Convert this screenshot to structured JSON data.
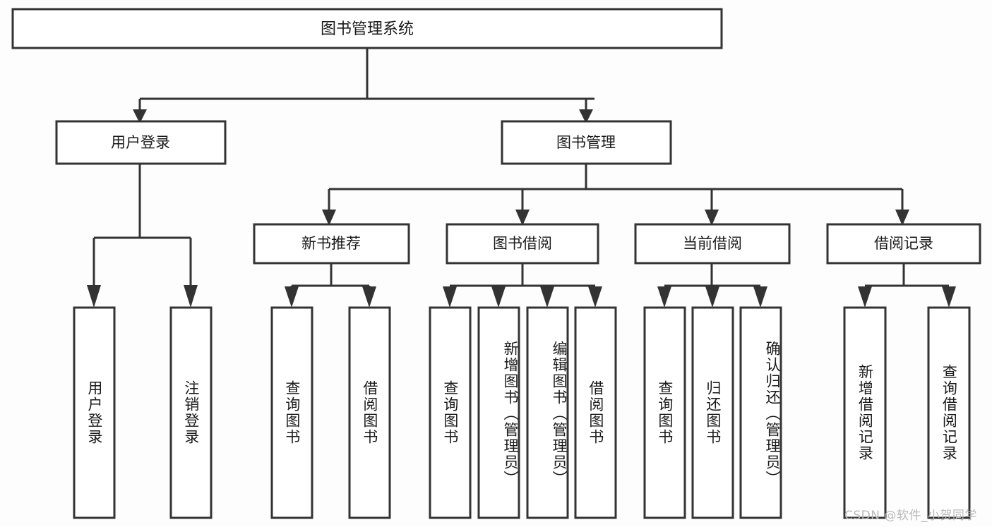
{
  "diagram": {
    "type": "hierarchy-tree",
    "title": "图书管理系统",
    "orientation": "top-down",
    "levels": 4,
    "root": {
      "id": "root",
      "label": "图书管理系统",
      "level": 0
    },
    "level1": [
      {
        "id": "user-login",
        "label": "用户登录"
      },
      {
        "id": "book-manage",
        "label": "图书管理"
      }
    ],
    "level2": [
      {
        "id": "new-book-rec",
        "label": "新书推荐",
        "parent": "book-manage"
      },
      {
        "id": "book-borrow",
        "label": "图书借阅",
        "parent": "book-manage"
      },
      {
        "id": "current-borrow",
        "label": "当前借阅",
        "parent": "book-manage"
      },
      {
        "id": "borrow-record",
        "label": "借阅记录",
        "parent": "book-manage"
      }
    ],
    "leaves": {
      "user-login": [
        {
          "id": "leaf-user-login",
          "label": "用户登录"
        },
        {
          "id": "leaf-logout",
          "label": "注销登录"
        }
      ],
      "new-book-rec": [
        {
          "id": "leaf-query-book-1",
          "label": "查询图书"
        },
        {
          "id": "leaf-borrow-book-1",
          "label": "借阅图书"
        }
      ],
      "book-borrow": [
        {
          "id": "leaf-query-book-2",
          "label": "查询图书"
        },
        {
          "id": "leaf-add-book",
          "label": "新增图书（管理员）"
        },
        {
          "id": "leaf-edit-book",
          "label": "编辑图书（管理员）"
        },
        {
          "id": "leaf-borrow-book-2",
          "label": "借阅图书"
        }
      ],
      "current-borrow": [
        {
          "id": "leaf-query-book-3",
          "label": "查询图书"
        },
        {
          "id": "leaf-return-book",
          "label": "归还图书"
        },
        {
          "id": "leaf-confirm-return",
          "label": "确认归还（管理员）"
        }
      ],
      "borrow-record": [
        {
          "id": "leaf-add-record",
          "label": "新增借阅记录"
        },
        {
          "id": "leaf-query-record",
          "label": "查询借阅记录"
        }
      ]
    }
  },
  "watermark": {
    "text": "CSDN @软件_小贺同学"
  },
  "colors": {
    "background": "#fdfdfd",
    "box_fill": "#ffffff",
    "line": "#333333",
    "text": "#1a1a1a",
    "watermark": "#b9b9b9"
  }
}
